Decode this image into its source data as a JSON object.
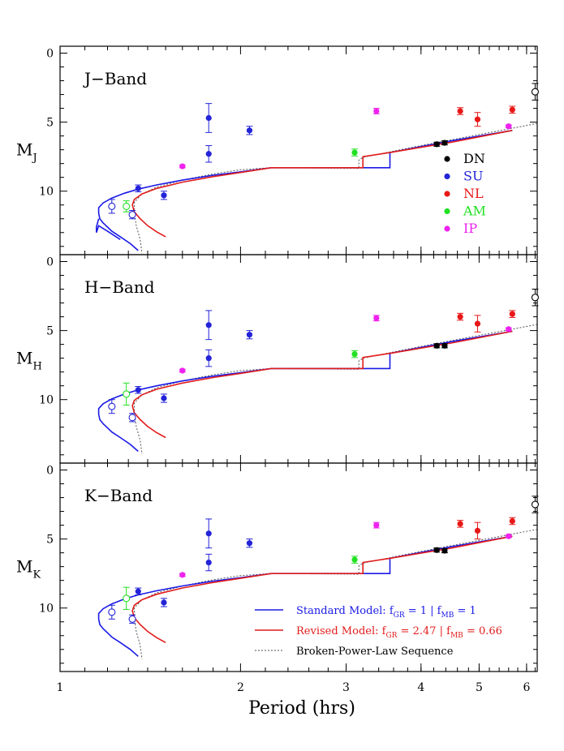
{
  "chart_data": {
    "type": "scatter",
    "shared_x": {
      "label": "Period (hrs)",
      "scale": "log",
      "range": [
        1,
        6.25
      ],
      "ticks": [
        1,
        2,
        3,
        4,
        5,
        6
      ]
    },
    "y_ticks": [
      0,
      5,
      10
    ],
    "y_range": [
      14.6,
      -0.5
    ],
    "y_inverted": true,
    "legend_classes": [
      {
        "name": "DN",
        "color": "#000000"
      },
      {
        "name": "SU",
        "color": "#2323d8"
      },
      {
        "name": "NL",
        "color": "#e81818"
      },
      {
        "name": "AM",
        "color": "#22e022"
      },
      {
        "name": "IP",
        "color": "#ee22ee"
      }
    ],
    "model_legend": [
      {
        "label": "Standard Model: f",
        "sub1": "GR",
        "mid": " = 1 | f",
        "sub2": "MB",
        "end": " = 1",
        "color": "#1a1ae6"
      },
      {
        "label": "Revised Model: f",
        "sub1": "GR",
        "mid": " = 2.47 | f",
        "sub2": "MB",
        "end": " = 0.66",
        "color": "#e11c1c"
      },
      {
        "label": "Broken-Power-Law Sequence",
        "color": "#555555"
      }
    ],
    "panels": [
      {
        "band_label": "J−Band",
        "ylabel": "M",
        "ysub": "J",
        "offset": 0,
        "show_class_legend": true,
        "show_model_legend": false,
        "points": [
          {
            "cls": "SU",
            "x": 1.77,
            "y": 4.7,
            "err": 1.05
          },
          {
            "cls": "SU",
            "x": 1.77,
            "y": 7.3,
            "err": 0.6
          },
          {
            "cls": "SU",
            "x": 2.07,
            "y": 5.6,
            "err": 0.3
          },
          {
            "cls": "SU",
            "x": 1.35,
            "y": 9.8,
            "err": 0.25
          },
          {
            "cls": "SU",
            "x": 1.49,
            "y": 10.3,
            "err": 0.3
          },
          {
            "cls": "SU",
            "x": 1.22,
            "y": 11.1,
            "err": 0.5,
            "open": true
          },
          {
            "cls": "SU",
            "x": 1.32,
            "y": 11.7,
            "err": 0.3,
            "open": true
          },
          {
            "cls": "AM",
            "x": 1.29,
            "y": 11.1,
            "err": 0.4,
            "open": true
          },
          {
            "cls": "IP",
            "x": 1.6,
            "y": 8.2,
            "err": 0.1
          },
          {
            "cls": "AM",
            "x": 3.1,
            "y": 7.2,
            "err": 0.25
          },
          {
            "cls": "IP",
            "x": 3.37,
            "y": 4.2,
            "err": 0.2
          },
          {
            "cls": "IP",
            "x": 5.6,
            "y": 5.3,
            "err": 0.1
          },
          {
            "cls": "DN",
            "x": 4.25,
            "y": 6.6,
            "err": 0.15
          },
          {
            "cls": "DN",
            "x": 4.38,
            "y": 6.5,
            "err": 0.15
          },
          {
            "cls": "NL",
            "x": 4.65,
            "y": 4.2,
            "err": 0.25
          },
          {
            "cls": "NL",
            "x": 4.97,
            "y": 4.8,
            "err": 0.5
          },
          {
            "cls": "NL",
            "x": 5.68,
            "y": 4.1,
            "err": 0.25
          },
          {
            "cls": "OBS",
            "x": 6.2,
            "y": 2.8,
            "err": 0.6,
            "open": true
          }
        ]
      },
      {
        "band_label": "H−Band",
        "ylabel": "M",
        "ysub": "H",
        "offset": -0.55,
        "show_class_legend": false,
        "show_model_legend": false,
        "points": [
          {
            "cls": "SU",
            "x": 1.77,
            "y": 4.6,
            "err": 1.05
          },
          {
            "cls": "SU",
            "x": 1.77,
            "y": 7.0,
            "err": 0.6
          },
          {
            "cls": "SU",
            "x": 2.07,
            "y": 5.3,
            "err": 0.3
          },
          {
            "cls": "SU",
            "x": 1.35,
            "y": 9.3,
            "err": 0.25
          },
          {
            "cls": "SU",
            "x": 1.49,
            "y": 9.9,
            "err": 0.3
          },
          {
            "cls": "SU",
            "x": 1.22,
            "y": 10.5,
            "err": 0.5,
            "open": true
          },
          {
            "cls": "SU",
            "x": 1.32,
            "y": 11.3,
            "err": 0.3,
            "open": true
          },
          {
            "cls": "AM",
            "x": 1.29,
            "y": 9.6,
            "err": 0.8,
            "open": true
          },
          {
            "cls": "IP",
            "x": 1.6,
            "y": 7.9,
            "err": 0.1
          },
          {
            "cls": "AM",
            "x": 3.1,
            "y": 6.7,
            "err": 0.25
          },
          {
            "cls": "IP",
            "x": 3.37,
            "y": 4.1,
            "err": 0.2
          },
          {
            "cls": "IP",
            "x": 5.6,
            "y": 4.9,
            "err": 0.1
          },
          {
            "cls": "DN",
            "x": 4.25,
            "y": 6.1,
            "err": 0.15
          },
          {
            "cls": "DN",
            "x": 4.38,
            "y": 6.1,
            "err": 0.15
          },
          {
            "cls": "NL",
            "x": 4.65,
            "y": 4.0,
            "err": 0.25
          },
          {
            "cls": "NL",
            "x": 4.97,
            "y": 4.5,
            "err": 0.6
          },
          {
            "cls": "NL",
            "x": 5.68,
            "y": 3.8,
            "err": 0.25
          },
          {
            "cls": "OBS",
            "x": 6.2,
            "y": 2.6,
            "err": 0.6,
            "open": true
          }
        ]
      },
      {
        "band_label": "K−Band",
        "ylabel": "M",
        "ysub": "K",
        "offset": -0.8,
        "show_class_legend": false,
        "show_model_legend": true,
        "points": [
          {
            "cls": "SU",
            "x": 1.77,
            "y": 4.6,
            "err": 1.05
          },
          {
            "cls": "SU",
            "x": 1.77,
            "y": 6.7,
            "err": 0.6
          },
          {
            "cls": "SU",
            "x": 2.07,
            "y": 5.3,
            "err": 0.3
          },
          {
            "cls": "SU",
            "x": 1.35,
            "y": 8.8,
            "err": 0.25
          },
          {
            "cls": "SU",
            "x": 1.49,
            "y": 9.6,
            "err": 0.3
          },
          {
            "cls": "SU",
            "x": 1.22,
            "y": 10.3,
            "err": 0.5,
            "open": true
          },
          {
            "cls": "SU",
            "x": 1.32,
            "y": 10.8,
            "err": 0.3,
            "open": true
          },
          {
            "cls": "AM",
            "x": 1.29,
            "y": 9.3,
            "err": 0.8,
            "open": true
          },
          {
            "cls": "IP",
            "x": 1.6,
            "y": 7.6,
            "err": 0.1
          },
          {
            "cls": "AM",
            "x": 3.1,
            "y": 6.5,
            "err": 0.25
          },
          {
            "cls": "IP",
            "x": 3.37,
            "y": 4.0,
            "err": 0.2
          },
          {
            "cls": "IP",
            "x": 5.6,
            "y": 4.8,
            "err": 0.1
          },
          {
            "cls": "DN",
            "x": 4.25,
            "y": 5.8,
            "err": 0.15
          },
          {
            "cls": "DN",
            "x": 4.38,
            "y": 5.85,
            "err": 0.15
          },
          {
            "cls": "NL",
            "x": 4.65,
            "y": 3.9,
            "err": 0.25
          },
          {
            "cls": "NL",
            "x": 4.97,
            "y": 4.4,
            "err": 0.6
          },
          {
            "cls": "NL",
            "x": 5.68,
            "y": 3.7,
            "err": 0.25
          },
          {
            "cls": "OBS",
            "x": 6.2,
            "y": 2.5,
            "err": 0.6,
            "open": true
          }
        ]
      }
    ],
    "model_curves": {
      "standard": [
        [
          5.68,
          5.6
        ],
        [
          4.5,
          6.35
        ],
        [
          3.55,
          7.2
        ],
        [
          3.55,
          8.3
        ],
        [
          3.18,
          8.3
        ],
        [
          2.25,
          8.3
        ],
        [
          2.0,
          8.6
        ],
        [
          1.8,
          8.85
        ],
        [
          1.6,
          9.2
        ],
        [
          1.45,
          9.55
        ],
        [
          1.35,
          9.85
        ],
        [
          1.28,
          10.15
        ],
        [
          1.22,
          10.5
        ],
        [
          1.18,
          10.85
        ],
        [
          1.16,
          11.2
        ],
        [
          1.16,
          11.6
        ],
        [
          1.165,
          12.0
        ],
        [
          1.18,
          12.3
        ],
        [
          1.2,
          12.6
        ],
        [
          1.22,
          12.9
        ],
        [
          1.26,
          13.3
        ],
        [
          1.31,
          13.8
        ],
        [
          1.35,
          14.3
        ]
      ],
      "revised": [
        [
          5.68,
          5.6
        ],
        [
          4.5,
          6.45
        ],
        [
          3.55,
          7.2
        ],
        [
          3.2,
          7.5
        ],
        [
          3.2,
          8.3
        ],
        [
          2.25,
          8.3
        ],
        [
          2.0,
          8.65
        ],
        [
          1.8,
          8.95
        ],
        [
          1.6,
          9.35
        ],
        [
          1.45,
          9.8
        ],
        [
          1.37,
          10.2
        ],
        [
          1.33,
          10.6
        ],
        [
          1.32,
          11.0
        ],
        [
          1.33,
          11.5
        ],
        [
          1.36,
          12.0
        ],
        [
          1.4,
          12.5
        ],
        [
          1.45,
          12.95
        ],
        [
          1.5,
          13.3
        ]
      ],
      "standard_j_tail": [
        [
          1.16,
          12.0
        ],
        [
          1.15,
          12.6
        ],
        [
          1.15,
          13.0
        ],
        [
          1.16,
          12.5
        ],
        [
          1.2,
          12.9
        ],
        [
          1.26,
          13.5
        ]
      ],
      "broken_power_law": [
        [
          6.25,
          5.1
        ],
        [
          5.0,
          5.9
        ],
        [
          4.0,
          6.7
        ],
        [
          3.2,
          7.55
        ],
        [
          3.15,
          7.75
        ],
        [
          3.15,
          8.35
        ],
        [
          2.25,
          8.3
        ],
        [
          2.0,
          8.45
        ],
        [
          1.8,
          8.75
        ],
        [
          1.6,
          9.2
        ],
        [
          1.45,
          9.7
        ],
        [
          1.37,
          10.2
        ],
        [
          1.33,
          10.8
        ],
        [
          1.33,
          11.6
        ],
        [
          1.34,
          12.5
        ],
        [
          1.36,
          13.5
        ],
        [
          1.37,
          14.5
        ]
      ]
    }
  }
}
